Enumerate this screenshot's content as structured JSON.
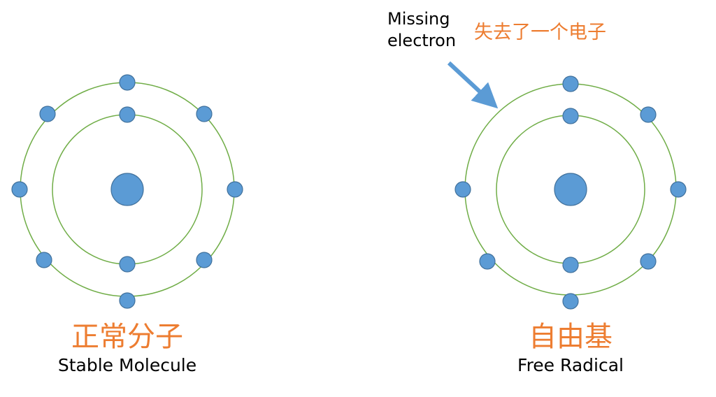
{
  "colors": {
    "orbit": "#70ad47",
    "electron_fill": "#5b9bd5",
    "electron_stroke": "#41719c",
    "accent_text": "#ed7d31",
    "arrow": "#5b9bd5"
  },
  "molecules": [
    {
      "id": "stable-molecule",
      "label_cn": "正常分子",
      "label_en": "Stable Molecule",
      "inner_electrons": 2,
      "outer_electrons": 8
    },
    {
      "id": "free-radical",
      "label_cn": "自由基",
      "label_en": "Free Radical",
      "inner_electrons": 2,
      "outer_electrons": 7
    }
  ],
  "annotation": {
    "missing_en": "Missing\nelectron",
    "missing_cn": "失去了一个电子"
  }
}
